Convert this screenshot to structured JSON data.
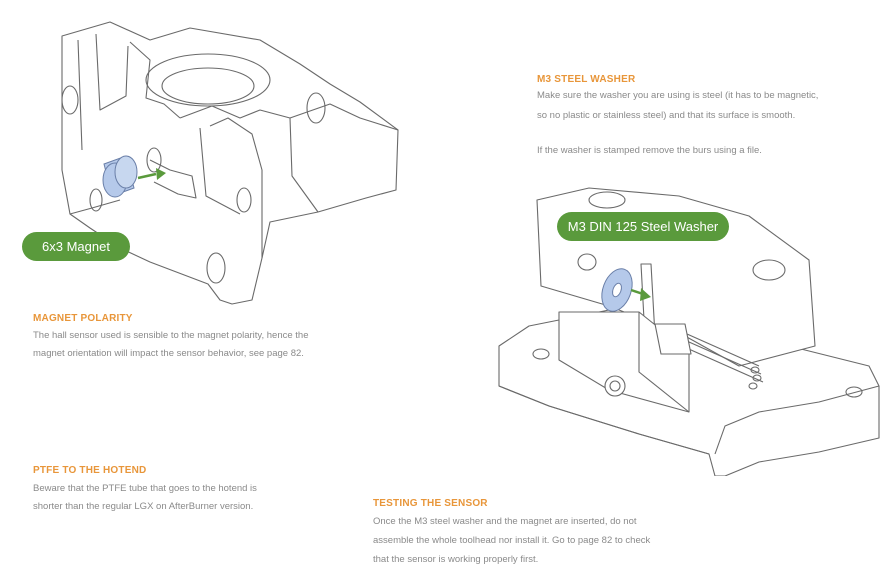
{
  "labels": {
    "magnet": "6x3 Magnet",
    "washer": "M3 DIN 125 Steel Washer"
  },
  "sections": {
    "washer": {
      "heading": "M3 STEEL WASHER",
      "lines": [
        "Make sure the washer you are using is steel (it has to be magnetic,",
        "so no plastic or stainless steel) and that its surface is smooth."
      ],
      "note": "If the washer is stamped remove the burs using a file."
    },
    "polarity": {
      "heading": "MAGNET POLARITY",
      "lines": [
        "The hall sensor used is sensible to the magnet polarity, hence the",
        "magnet orientation will impact the sensor behavior, see page 82."
      ]
    },
    "ptfe": {
      "heading": "PTFE TO THE HOTEND",
      "lines": [
        "Beware that the PTFE tube that goes to the hotend is",
        "shorter than the regular LGX on AfterBurner version."
      ]
    },
    "testing": {
      "heading": "TESTING THE SENSOR",
      "lines": [
        "Once the M3 steel washer and the magnet are inserted, do not",
        "assemble the whole toolhead nor install it. Go to page 82 to check",
        "that the sensor is working properly first."
      ]
    }
  },
  "colors": {
    "heading": "#e8963a",
    "body": "#8a8a8a",
    "label_bg": "#5a9a3c",
    "part_highlight": "#b5c9ea",
    "arrow": "#5a9a3c"
  }
}
